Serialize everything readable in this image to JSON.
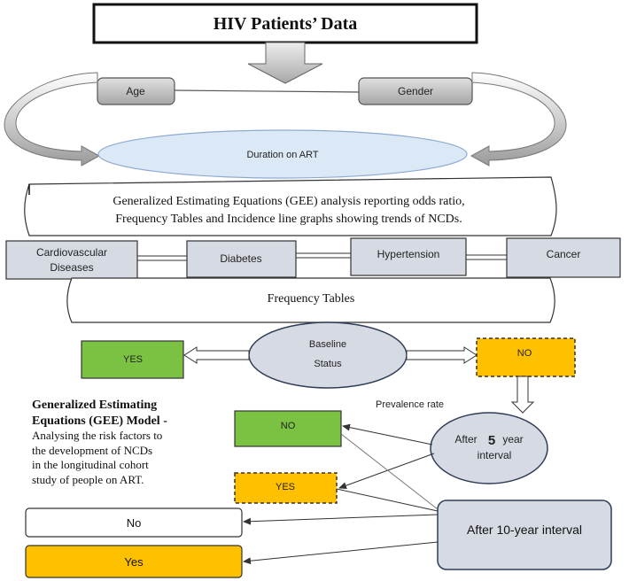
{
  "title": "HIV Patients’ Data",
  "factors": {
    "age": "Age",
    "gender": "Gender",
    "duration": "Duration on ART"
  },
  "gee_box": {
    "line1": "Generalized Estimating Equations (GEE) analysis reporting odds ratio,",
    "line2": "Frequency Tables and Incidence line graphs showing trends of NCDs."
  },
  "diseases": {
    "cardio_line1": "Cardiovascular",
    "cardio_line2": "Diseases",
    "diabetes": "Diabetes",
    "hypertension": "Hypertension",
    "cancer": "Cancer"
  },
  "frequency_tables": "Frequency Tables",
  "baseline": {
    "line1": "Baseline",
    "line2": "Status",
    "yes": "YES",
    "no": "NO"
  },
  "prevalence_rate": "Prevalence rate",
  "five_year": {
    "line1": "After",
    "num": "5",
    "line1_end": "year",
    "line2": "interval",
    "no": "NO",
    "yes": "YES"
  },
  "ten_year": {
    "label": "After 10-year interval",
    "no": "No",
    "yes": "Yes"
  },
  "gee_model": {
    "heading_line1": "Generalized Estimating",
    "heading_line2": "Equations (GEE) Model -",
    "text_lines": [
      "Analysing the risk factors to",
      "the development of NCDs",
      "in the longitudinal cohort",
      "study of people on ART."
    ]
  },
  "colors": {
    "green": "#7cc242",
    "orange": "#ffc000",
    "grey_box": "#d6dae3",
    "ellipse_blue": "#dbe9f6",
    "ellipse_grey": "#d6dae3"
  }
}
